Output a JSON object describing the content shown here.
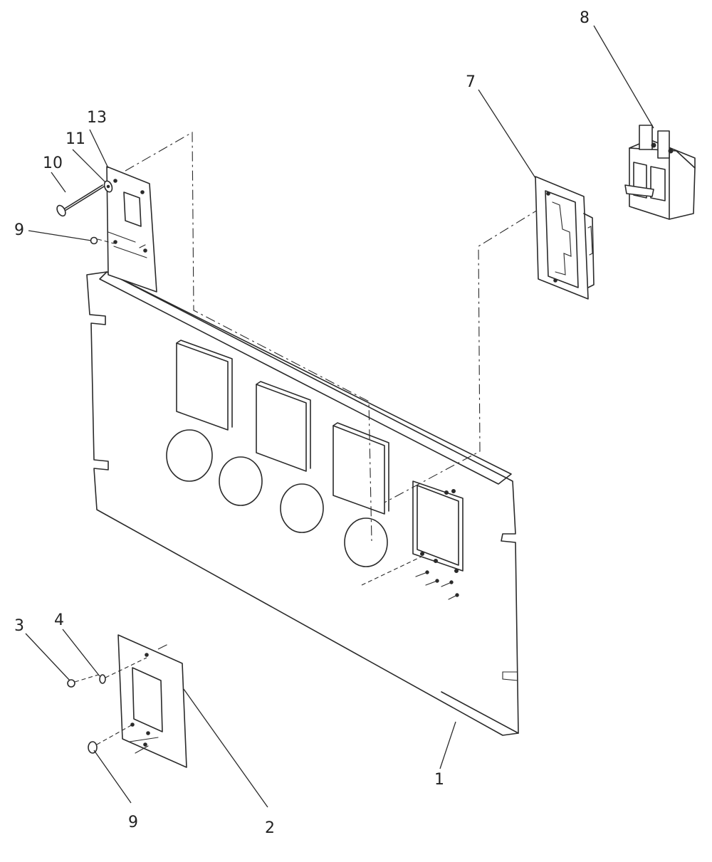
{
  "callouts": {
    "c1": "1",
    "c2": "2",
    "c3": "3",
    "c4": "4",
    "c7": "7",
    "c8": "8",
    "c9a": "9",
    "c9b": "9",
    "c10": "10",
    "c11": "11",
    "c13": "13"
  }
}
